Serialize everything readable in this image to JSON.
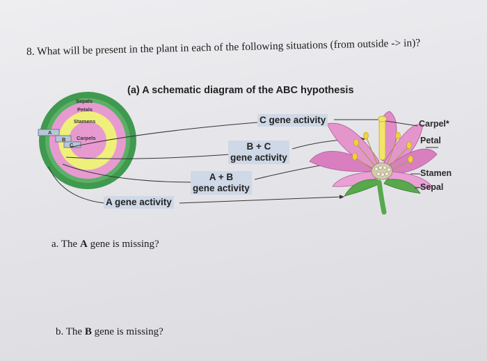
{
  "question": {
    "number_text": "8. What will be present in the plant in each of the following situations (from outside -> in)?"
  },
  "figure": {
    "title": "(a) A schematic diagram of the ABC hypothesis",
    "rings": {
      "sepals": "Sepals",
      "petals": "Petals",
      "stamens": "Stamens",
      "carpels": "Carpels"
    },
    "gene_bars": {
      "a": "A",
      "b": "B",
      "c": "C"
    },
    "gene_labels": {
      "c_activity": "C gene activity",
      "bc_top": "B + C",
      "bc_bottom": "gene activity",
      "ab_top": "A + B",
      "ab_bottom": "gene activity",
      "a_activity": "A gene activity"
    },
    "flower_labels": {
      "carpel": "Carpel",
      "petal": "Petal",
      "stamen": "Stamen",
      "sepal": "Sepal"
    }
  },
  "subquestions": {
    "a_prefix": "a.  The ",
    "a_bold": "A",
    "a_suffix": " gene is missing?",
    "b_prefix": "b.  The ",
    "b_bold": "B",
    "b_suffix": " gene is missing?"
  }
}
